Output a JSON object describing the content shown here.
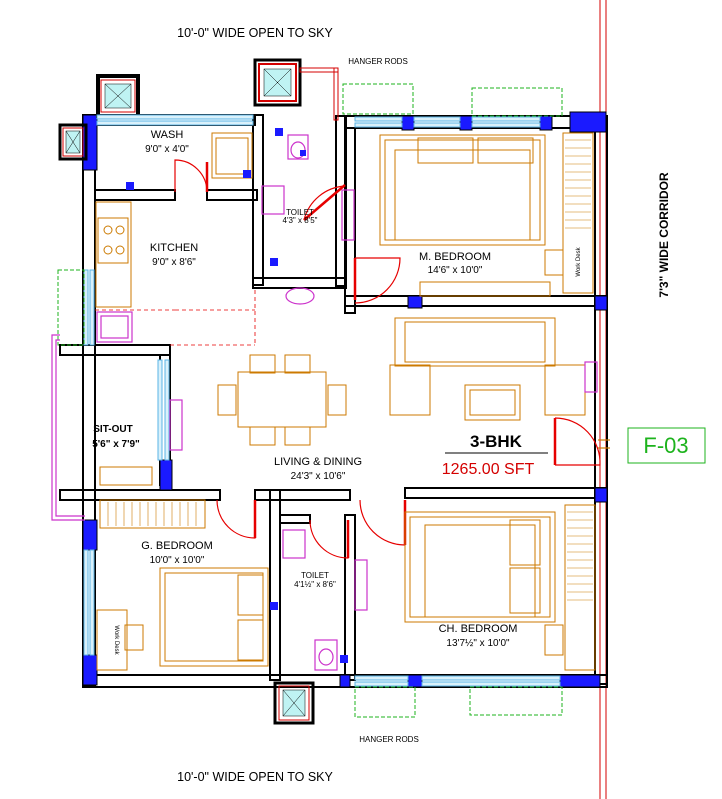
{
  "labels": {
    "top_open": "10'-0\" WIDE OPEN TO SKY",
    "bottom_open": "10'-0\" WIDE OPEN TO SKY",
    "corridor": "7'3\" WIDE CORRIDOR",
    "hanger_top": "HANGER RODS",
    "hanger_bottom": "HANGER RODS",
    "flat_type": "3-BHK",
    "area": "1265.00 SFT",
    "flat_no": "F-03",
    "work_desk": "Work Desk"
  },
  "rooms": {
    "wash": {
      "name": "WASH",
      "size": "9'0\" x 4'0\""
    },
    "kitchen": {
      "name": "KITCHEN",
      "size": "9'0\" x 8'6\""
    },
    "toilet1": {
      "name": "TOILET",
      "size": "4'3\" x 8'5\""
    },
    "master": {
      "name": "M. BEDROOM",
      "size": "14'6\" x 10'0\""
    },
    "sitout": {
      "name": "SIT-OUT",
      "size": "5'6\" x 7'9\""
    },
    "living": {
      "name": "LIVING & DINING",
      "size": "24'3\" x 10'6\""
    },
    "guest": {
      "name": "G. BEDROOM",
      "size": "10'0\" x 10'0\""
    },
    "toilet2": {
      "name": "TOILET",
      "size": "4'1½\" x 8'6\""
    },
    "child": {
      "name": "CH. BEDROOM",
      "size": "13'7½\" x 10'0\""
    }
  },
  "colors": {
    "wall": "#000000",
    "column": "#1a1aff",
    "door": "#e60000",
    "furniture": "#cc7a00",
    "fixture": "#cc33cc",
    "window": "#5ab4e6",
    "green": "#1db31d",
    "area_text": "#d40000"
  }
}
